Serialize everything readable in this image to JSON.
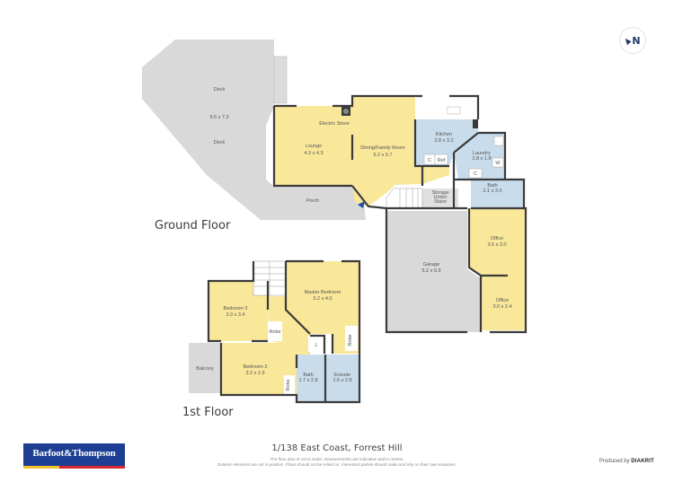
{
  "compass": {
    "label": "N"
  },
  "ground_floor": {
    "title": "Ground Floor",
    "rooms": [
      {
        "name": "Deck",
        "size": "9.5 x 7.3",
        "extra": "Deck"
      },
      {
        "name": "Lounge",
        "size": "4.3 x 4.3"
      },
      {
        "name": "Electric Stove"
      },
      {
        "name": "Dining/Family Room",
        "size": "6.2 x 5.7"
      },
      {
        "name": "Kitchen",
        "size": "2.8 x 3.2"
      },
      {
        "name": "Laundry",
        "size": "2.8 x 1.8"
      },
      {
        "name": "Bath",
        "size": "2.1 x 3.0"
      },
      {
        "name": "Porch"
      },
      {
        "name": "Storage Under Stairs",
        "line1": "Storage",
        "line2": "Under",
        "line3": "Stairs"
      },
      {
        "name": "Garage",
        "size": "5.2 x 6.9"
      },
      {
        "name": "Office",
        "size": "3.6 x 3.0"
      },
      {
        "name": "Office",
        "size": "3.0 x 2.4"
      }
    ],
    "fixtures": {
      "cupboard": "C",
      "fridge": "Ref",
      "washer": "W",
      "laundry_cupboard": "C"
    }
  },
  "first_floor": {
    "title": "1st Floor",
    "rooms": [
      {
        "name": "Master Bedroom",
        "size": "5.2 x 4.0"
      },
      {
        "name": "Bedroom 3",
        "size": "3.3 x 3.4"
      },
      {
        "name": "Bedroom 2",
        "size": "3.2 x 2.9"
      },
      {
        "name": "Balcony"
      },
      {
        "name": "Bath",
        "size": "1.7 x 2.8"
      },
      {
        "name": "Ensuite",
        "size": "1.6 x 2.8"
      },
      {
        "name": "Robe"
      },
      {
        "name": "Robe"
      },
      {
        "name": "Robe"
      },
      {
        "name": "L"
      }
    ]
  },
  "footer": {
    "address": "1/138 East Coast, Forrest Hill",
    "disclaimer_line1": "The floor plan is not to scale; measurements are indicative and in metres.",
    "disclaimer_line2": "Exterior elements are not in position. Plans should not be relied on. Interested parties should make and rely on their own enquiries.",
    "logo_text": "Barfoot&Thompson",
    "produced_by_prefix": "Produced by",
    "produced_by_brand": "DIAKRIT"
  },
  "colors": {
    "living": "#f9e79a",
    "wet": "#c8dcec",
    "outdoor": "#d9d9d9",
    "wall": "#3b3b3b",
    "brand_blue": "#1d3f93"
  }
}
